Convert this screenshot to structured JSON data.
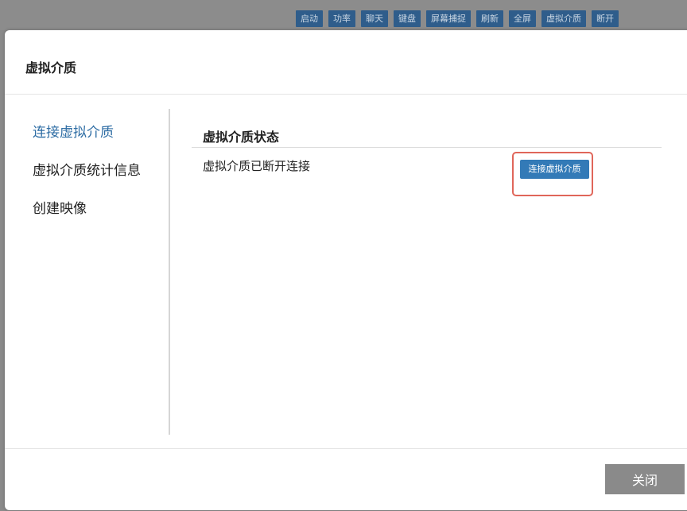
{
  "toolbar": {
    "buttons": [
      "启动",
      "功率",
      "聊天",
      "键盘",
      "屏幕捕捉",
      "刷新",
      "全屏",
      "虚拟介质",
      "断开"
    ]
  },
  "dialog": {
    "title": "虚拟介质",
    "nav": [
      {
        "label": "连接虚拟介质",
        "active": true
      },
      {
        "label": "虚拟介质统计信息",
        "active": false
      },
      {
        "label": "创建映像",
        "active": false
      }
    ],
    "section_title": "虚拟介质状态",
    "status": "虚拟介质已断开连接",
    "connect_button": "连接虚拟介质",
    "close_button": "关闭"
  },
  "colors": {
    "accent": "#337ab7",
    "active_nav": "#2e6da4",
    "highlight": "#e0665a",
    "close_button": "#8a8a8a",
    "toolbar_button": "#2f5d8b"
  }
}
